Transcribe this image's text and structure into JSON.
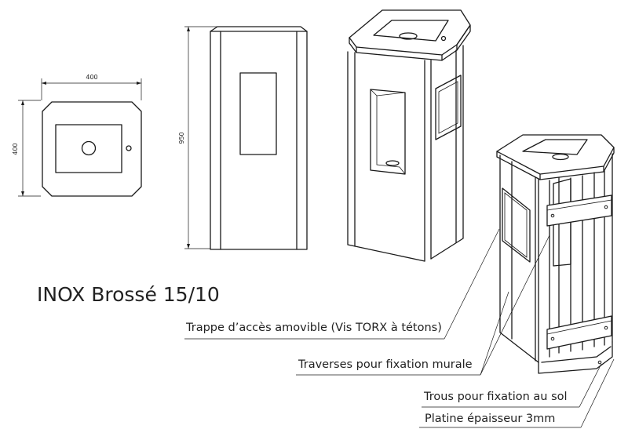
{
  "dimensions": {
    "top_width": "400",
    "top_depth": "400",
    "height": "950"
  },
  "title": "INOX Brossé 15/10",
  "callouts": {
    "access_hatch": "Trappe d’accès amovible (Vis TORX à tétons)",
    "crossbars": "Traverses pour fixation murale",
    "floor_holes": "Trous pour fixation au sol",
    "base_plate": "Platine épaisseur 3mm"
  }
}
